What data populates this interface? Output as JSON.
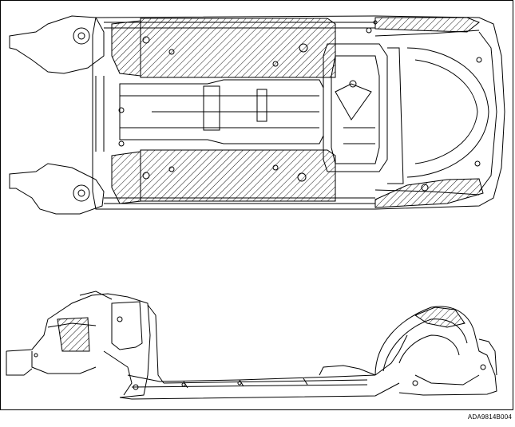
{
  "figure": {
    "code": "ADA9814B004",
    "line_color": "#000000",
    "background": "#ffffff",
    "views": [
      "underbody-bottom-view",
      "underbody-side-view"
    ]
  }
}
